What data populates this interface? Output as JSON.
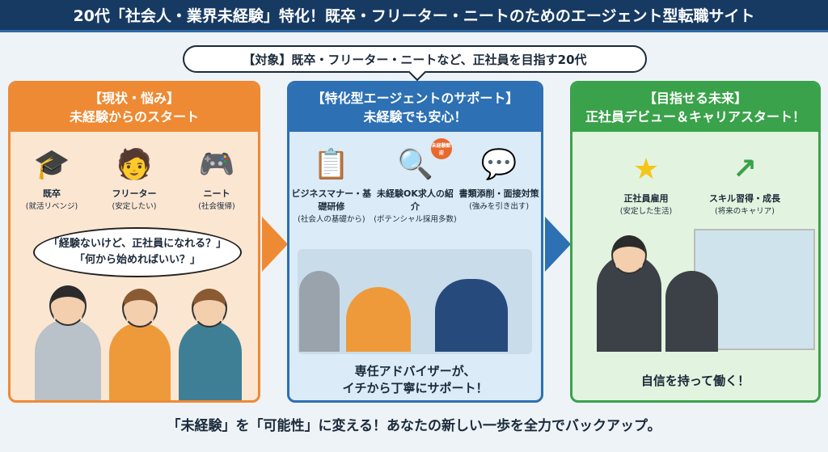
{
  "title": "20代「社会人・業界未経験」特化！既卒・フリーター・ニートのためのエージェント型転職サイト",
  "target": "【対象】既卒・フリーター・ニートなど、正社員を目指す20代",
  "panels": [
    {
      "heading1": "【現状・悩み】",
      "heading2": "未経験からのスタート",
      "items": [
        {
          "label": "既卒",
          "sub": "(就活リベンジ)",
          "icon": "graduation-cap-icon"
        },
        {
          "label": "フリーター",
          "sub": "(安定したい)",
          "icon": "person-icon"
        },
        {
          "label": "ニート",
          "sub": "(社会復帰)",
          "icon": "gamer-icon"
        }
      ],
      "bubble": [
        "「経験ないけど、正社員になれる？」",
        "「何から始めればいい？」"
      ]
    },
    {
      "heading1": "【特化型エージェントのサポート】",
      "heading2": "未経験でも安心！",
      "items": [
        {
          "label": "ビジネスマナー・基礎研修",
          "sub": "(社会人の基礎から)",
          "icon": "clipboard-icon"
        },
        {
          "label": "未経験OK求人の紹介",
          "sub": "(ポテンシャル採用多数)",
          "icon": "search-icon"
        },
        {
          "label": "書類添削・面接対策",
          "sub": "(強みを引き出す)",
          "icon": "interview-icon"
        }
      ],
      "badge": "未経験歓迎",
      "caption": [
        "専任アドバイザーが、",
        "イチから丁寧にサポート！"
      ]
    },
    {
      "heading1": "【目指せる未来】",
      "heading2": "正社員デビュー＆キャリアスタート！",
      "items": [
        {
          "label": "正社員雇用",
          "sub": "(安定した生活)",
          "icon": "star-icon"
        },
        {
          "label": "スキル習得・成長",
          "sub": "(将来のキャリア)",
          "icon": "growth-arrow-icon"
        }
      ],
      "caption": [
        "自信を持って働く！"
      ]
    }
  ],
  "footer": "「未経験」を「可能性」に変える！あなたの新しい一歩を全力でバックアップ。",
  "colors": {
    "header": "#173a63",
    "orange": "#ee8a34",
    "blue": "#2d70b3",
    "green": "#3aa24a"
  }
}
